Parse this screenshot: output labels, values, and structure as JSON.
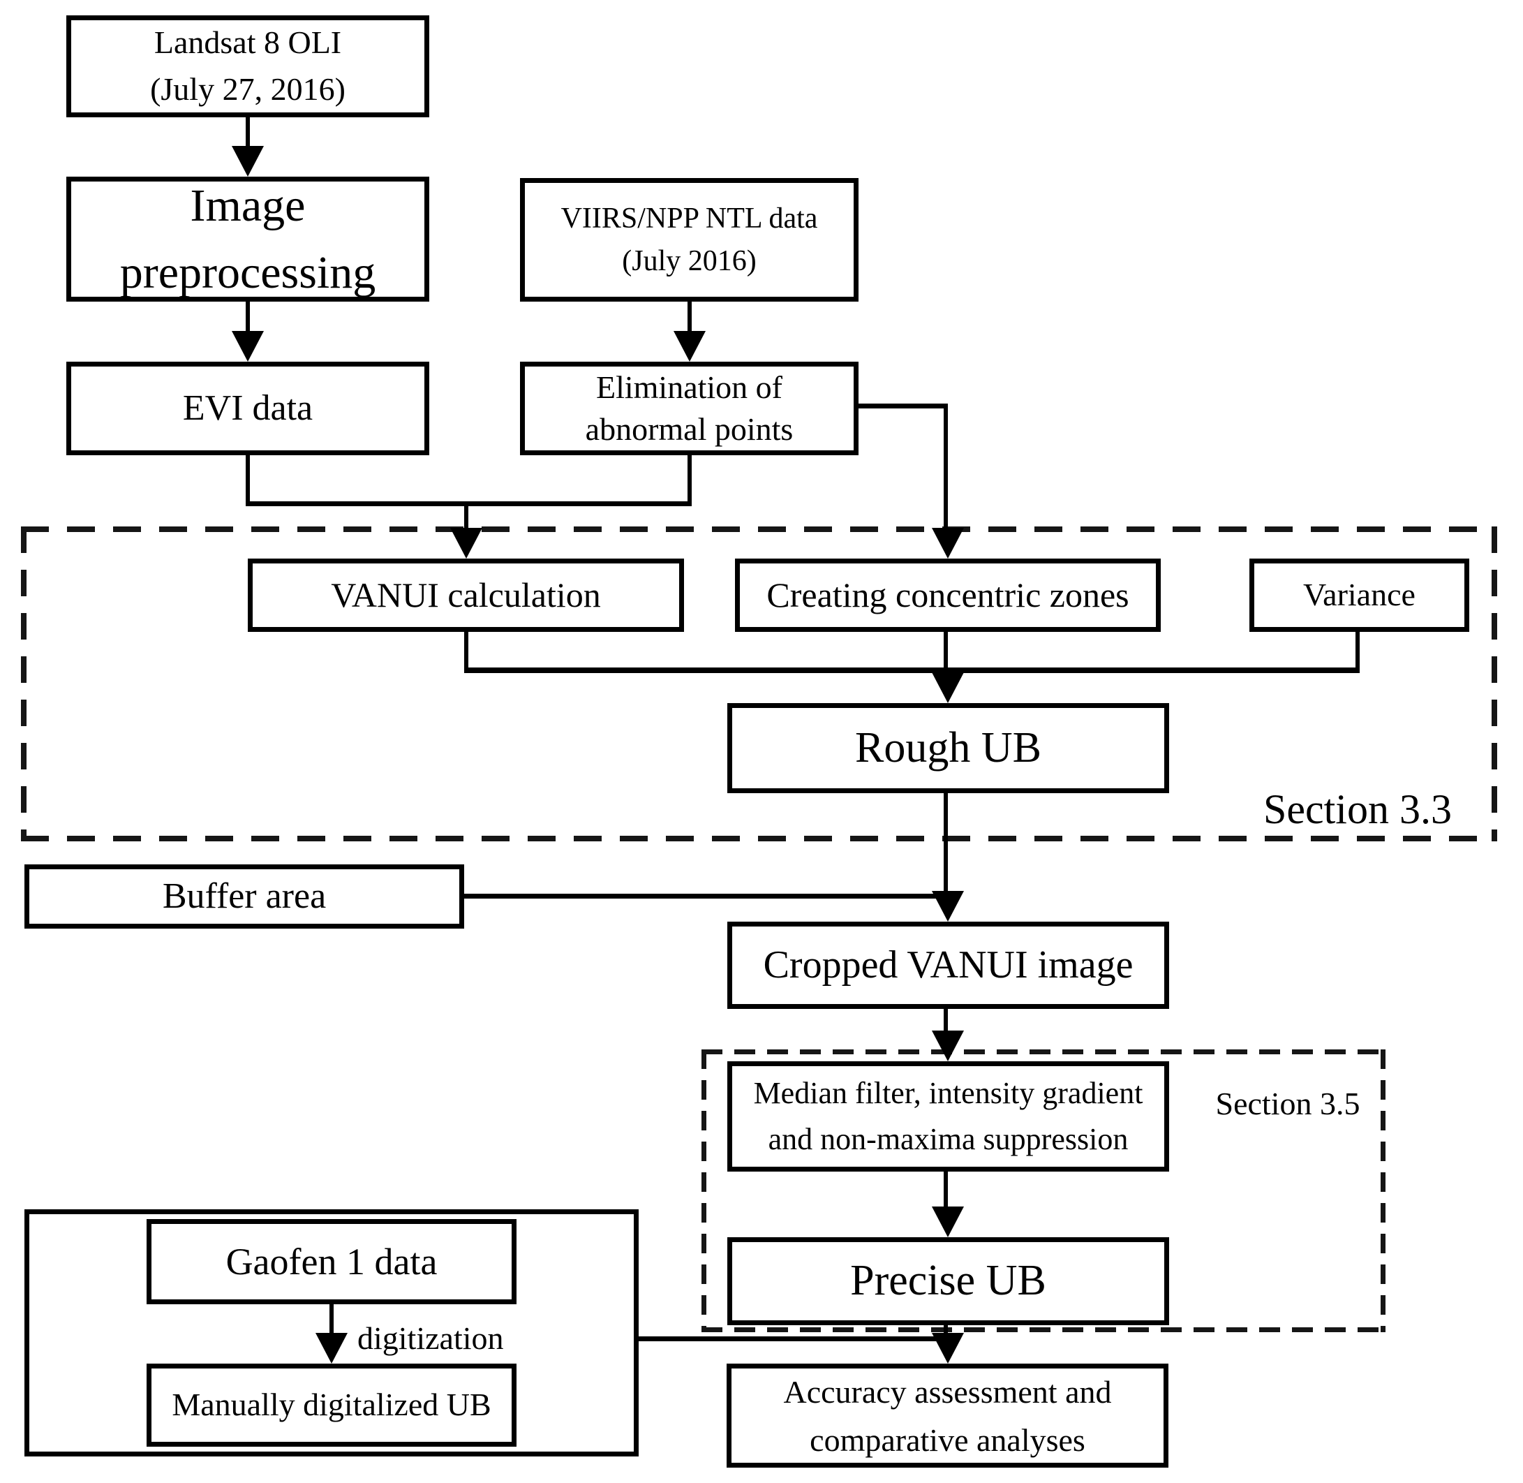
{
  "figure": {
    "type": "flowchart",
    "background": "#ffffff",
    "ink": "#000000"
  },
  "nodes": {
    "landsat": {
      "line1": "Landsat 8 OLI",
      "line2": "(July 27, 2016)"
    },
    "preprocessing": {
      "label": "Image preprocessing"
    },
    "evi": {
      "label": "EVI data"
    },
    "viirs": {
      "line1": "VIIRS/NPP NTL data",
      "line2": "(July 2016)"
    },
    "elimination": {
      "line1": "Elimination of",
      "line2": "abnormal points"
    },
    "vanui": {
      "label": "VANUI calculation"
    },
    "zones": {
      "label": "Creating concentric zones"
    },
    "variance": {
      "label": "Variance"
    },
    "rough_ub": {
      "label": "Rough UB"
    },
    "buffer_area": {
      "label": "Buffer area"
    },
    "cropped_vanui": {
      "label": "Cropped VANUI image"
    },
    "median_filter": {
      "line1": "Median filter, intensity gradient",
      "line2": "and non-maxima  suppression"
    },
    "precise_ub": {
      "label": "Precise UB"
    },
    "gaofen": {
      "label": "Gaofen 1 data"
    },
    "manual_ub": {
      "label": "Manually digitalized UB"
    },
    "accuracy": {
      "line1": "Accuracy assessment and",
      "line2": "comparative analyses"
    }
  },
  "labels": {
    "section33": "Section 3.3",
    "section35": "Section 3.5",
    "digitization": "digitization"
  }
}
